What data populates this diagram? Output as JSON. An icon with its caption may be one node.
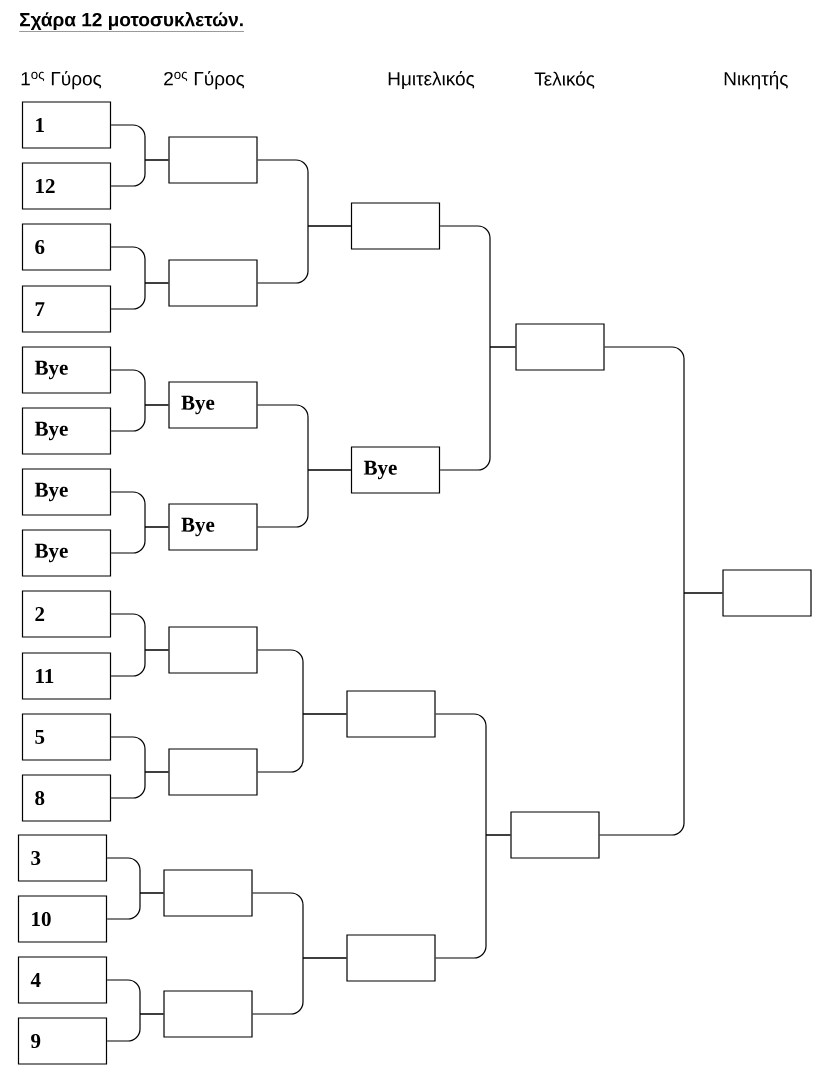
{
  "diagram": {
    "title": "Σχάρα 12 μοτοσυκλετών.",
    "nodes": [
      {
        "text": [
          "1"
        ]
      },
      {
        "text": [
          "12"
        ]
      },
      {
        "text": [
          "6"
        ]
      },
      {
        "text": [
          "7"
        ]
      },
      {
        "text": [
          "Bye"
        ]
      },
      {
        "text": [
          "Bye"
        ]
      },
      {
        "text": [
          "Bye"
        ]
      },
      {
        "text": [
          "Bye"
        ]
      },
      {
        "text": [
          "2"
        ]
      },
      {
        "text": [
          "11"
        ]
      },
      {
        "text": [
          "5"
        ]
      },
      {
        "text": [
          "8"
        ]
      },
      {
        "text": [
          "3"
        ]
      },
      {
        "text": [
          "10"
        ]
      },
      {
        "text": [
          "4"
        ]
      },
      {
        "text": [
          "9"
        ]
      },
      {
        "text": [],
        "shape": "box"
      },
      {
        "text": [],
        "shape": "box"
      },
      {
        "text": [
          "Bye"
        ]
      },
      {
        "text": [
          "Bye"
        ]
      },
      {
        "text": [],
        "shape": "box"
      },
      {
        "text": [],
        "shape": "box"
      },
      {
        "text": [],
        "shape": "box"
      },
      {
        "text": [],
        "shape": "box"
      },
      {
        "text": [],
        "shape": "box"
      },
      {
        "text": [
          "Bye"
        ]
      },
      {
        "text": [],
        "shape": "box"
      },
      {
        "text": [],
        "shape": "box"
      },
      {
        "text": [],
        "shape": "box"
      },
      {
        "text": [],
        "shape": "box"
      },
      {
        "text": [],
        "shape": "box"
      }
    ],
    "edges": [
      {
        "from": 0,
        "to": 16,
        "arrow": "none"
      },
      {
        "from": 1,
        "to": 16,
        "arrow": "none"
      },
      {
        "from": 2,
        "to": 17,
        "arrow": "none"
      },
      {
        "from": 3,
        "to": 17,
        "arrow": "none"
      },
      {
        "from": 4,
        "to": 18,
        "arrow": "none"
      },
      {
        "from": 5,
        "to": 18,
        "arrow": "none"
      },
      {
        "from": 6,
        "to": 19,
        "arrow": "none"
      },
      {
        "from": 7,
        "to": 19,
        "arrow": "none"
      },
      {
        "from": 8,
        "to": 20,
        "arrow": "none"
      },
      {
        "from": 9,
        "to": 20,
        "arrow": "none"
      },
      {
        "from": 10,
        "to": 21,
        "arrow": "none"
      },
      {
        "from": 11,
        "to": 21,
        "arrow": "none"
      },
      {
        "from": 12,
        "to": 22,
        "arrow": "none"
      },
      {
        "from": 13,
        "to": 22,
        "arrow": "none"
      },
      {
        "from": 14,
        "to": 23,
        "arrow": "none"
      },
      {
        "from": 15,
        "to": 23,
        "arrow": "none"
      },
      {
        "from": 16,
        "to": 24,
        "arrow": "none"
      },
      {
        "from": 17,
        "to": 24,
        "arrow": "none"
      },
      {
        "from": 18,
        "to": 25,
        "arrow": "none"
      },
      {
        "from": 19,
        "to": 25,
        "arrow": "none"
      },
      {
        "from": 20,
        "to": 26,
        "arrow": "none"
      },
      {
        "from": 21,
        "to": 26,
        "arrow": "none"
      },
      {
        "from": 22,
        "to": 27,
        "arrow": "none"
      },
      {
        "from": 23,
        "to": 27,
        "arrow": "none"
      },
      {
        "from": 24,
        "to": 28,
        "arrow": "none"
      },
      {
        "from": 25,
        "to": 28,
        "arrow": "none"
      },
      {
        "from": 26,
        "to": 29,
        "arrow": "none"
      },
      {
        "from": 27,
        "to": 29,
        "arrow": "none"
      },
      {
        "from": 28,
        "to": 30,
        "arrow": "none"
      },
      {
        "from": 29,
        "to": 30,
        "arrow": "none"
      }
    ],
    "labels": [
      "1$^{ος}$ Γύρος",
      "2$^{ος}$ Γύρος",
      "Ημιτελικός",
      "Τελικός",
      "Νικητής"
    ]
  }
}
